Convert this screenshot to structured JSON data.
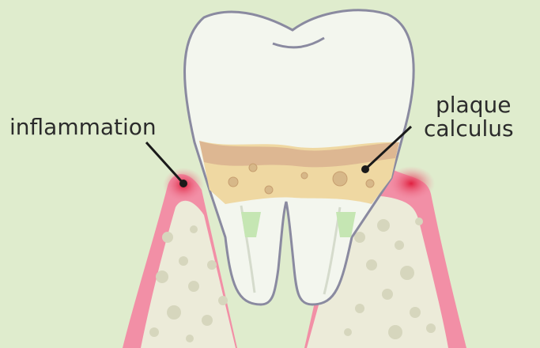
{
  "labels": {
    "inflammation": "inflammation",
    "plaque": "plaque",
    "calculus": "calculus"
  },
  "colors": {
    "background": "#dfeccd",
    "gum": "#f28fa6",
    "gum_inflamed": "#e23a5a",
    "bone": "#ecebd9",
    "enamel": "#f3f6ee",
    "calculus": "#efd8a2",
    "plaque": "#d9b28f",
    "outline": "#8a8aa0",
    "pulp": "#c5e6b3"
  }
}
